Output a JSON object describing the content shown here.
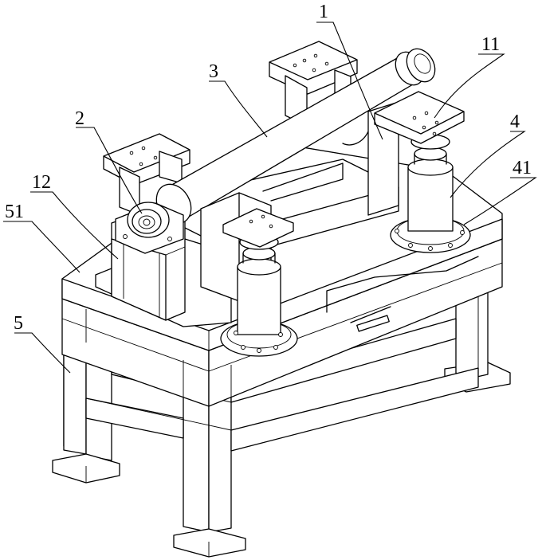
{
  "labels": [
    {
      "key": "1",
      "text": "1"
    },
    {
      "key": "2",
      "text": "2"
    },
    {
      "key": "3",
      "text": "3"
    },
    {
      "key": "4",
      "text": "4"
    },
    {
      "key": "5",
      "text": "5"
    },
    {
      "key": "11",
      "text": "11"
    },
    {
      "key": "12",
      "text": "12"
    },
    {
      "key": "41",
      "text": "41"
    },
    {
      "key": "51",
      "text": "51"
    }
  ]
}
